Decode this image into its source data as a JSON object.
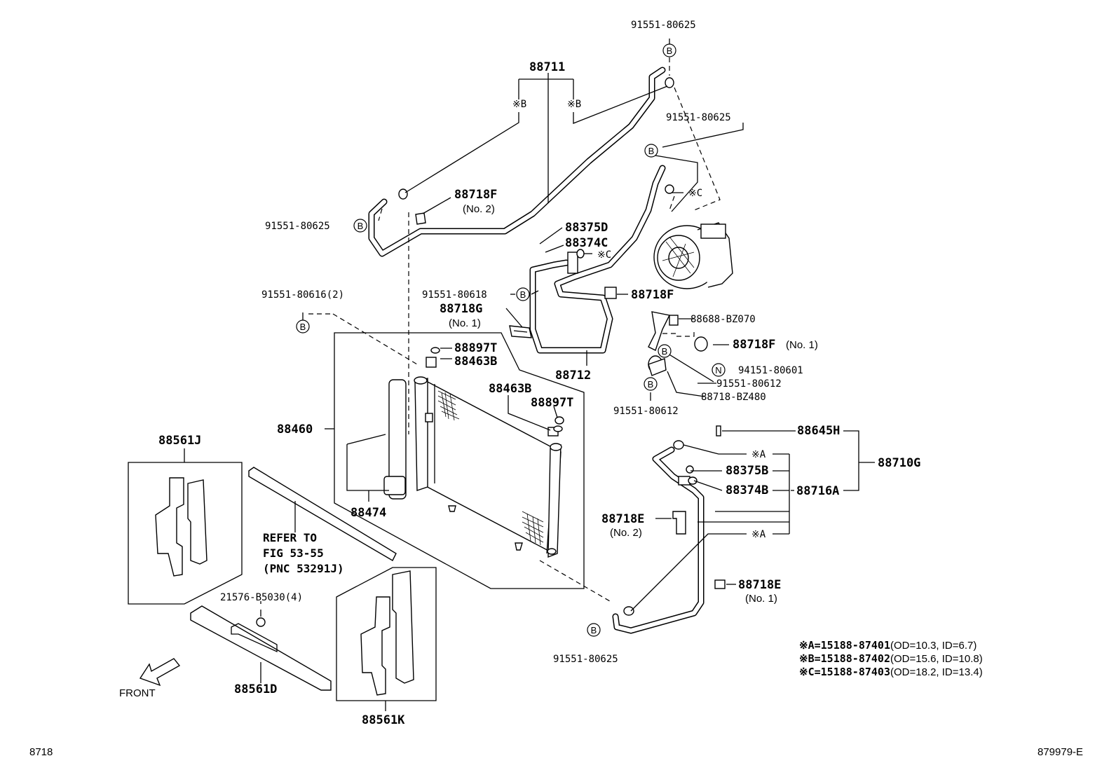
{
  "parts": {
    "p88711": "88711",
    "p91551_80625_top": "91551-80625",
    "p91551_80625_mid": "91551-80625",
    "p91551_80625_left": "91551-80625",
    "p91551_80625_bottom": "91551-80625",
    "p88718F_no2": "88718F",
    "p88718F_no2_sub": "(No. 2)",
    "p88375D": "88375D",
    "p88374C": "88374C",
    "p91551_80616": "91551-80616(2)",
    "p91551_80618": "91551-80618",
    "p88718G": "88718G",
    "p88718G_sub": "(No. 1)",
    "p88718F": "88718F",
    "p88688": "88688-BZ070",
    "p88718F_no1": "88718F",
    "p88718F_no1_sub": "(No. 1)",
    "p94151": "94151-80601",
    "p91551_80612_a": "91551-80612",
    "p88718_BZ480": "88718-BZ480",
    "p91551_80612_b": "91551-80612",
    "p88712": "88712",
    "p88897T_a": "88897T",
    "p88463B_a": "88463B",
    "p88463B_b": "88463B",
    "p88897T_b": "88897T",
    "p88460": "88460",
    "p88474": "88474",
    "p88561J": "88561J",
    "p88561D": "88561D",
    "p88561K": "88561K",
    "p21576": "21576-B5030(4)",
    "p88645H": "88645H",
    "p88710G": "88710G",
    "p88375B": "88375B",
    "p88374B": "88374B",
    "p88716A": "88716A",
    "p88718E_no2": "88718E",
    "p88718E_no2_sub": "(No. 2)",
    "p88718E_no1": "88718E",
    "p88718E_no1_sub": "(No. 1)"
  },
  "marks": {
    "b_left": "※B",
    "b_right": "※B",
    "c_upper": "※C",
    "c_lower": "※C",
    "a_upper": "※A",
    "a_lower": "※A",
    "circle_b": "B",
    "circle_n": "N"
  },
  "refer": {
    "line1": "REFER TO",
    "line2": "FIG 53-55",
    "line3": "(PNC 53291J)"
  },
  "front_label": "FRONT",
  "notes": [
    {
      "key": "※A=15188-87401",
      "dims": "(OD=10.3, ID=6.7)"
    },
    {
      "key": "※B=15188-87402",
      "dims": "(OD=15.6, ID=10.8)"
    },
    {
      "key": "※C=15188-87403",
      "dims": "(OD=18.2, ID=13.4)"
    }
  ],
  "footer": {
    "left": "8718",
    "right": "879979-E"
  }
}
